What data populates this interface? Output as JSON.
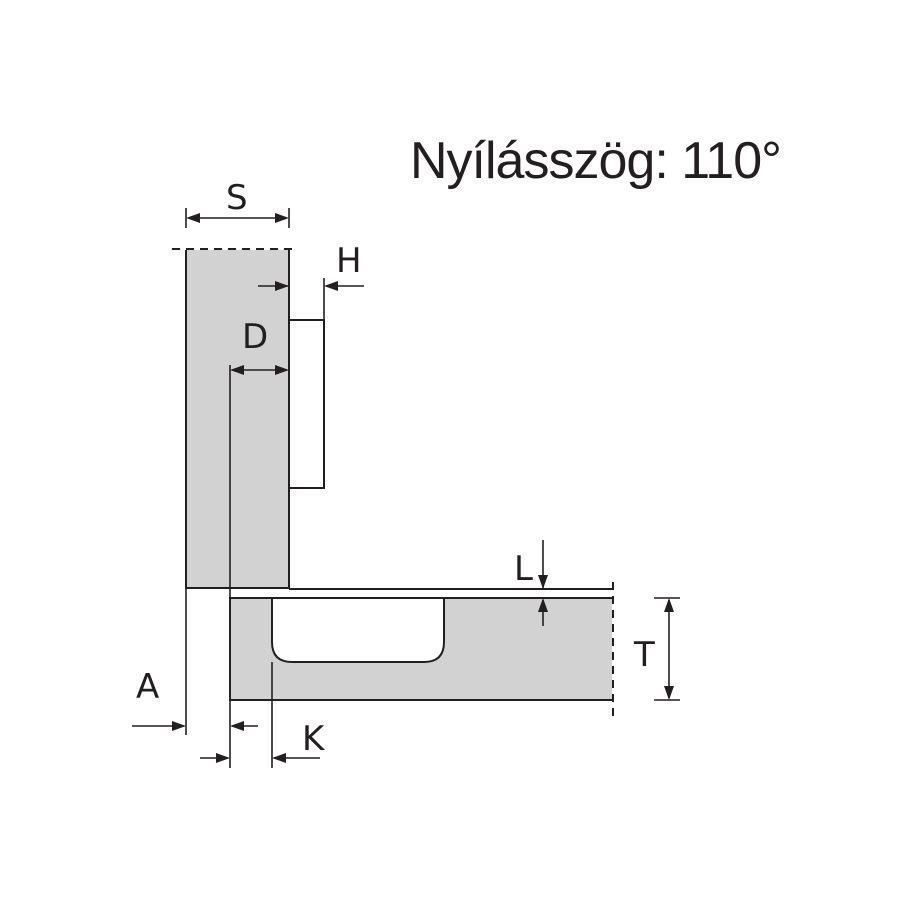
{
  "title": "Nyílásszög: 110°",
  "labels": {
    "S": "S",
    "H": "H",
    "D": "D",
    "L": "L",
    "T": "T",
    "A": "A",
    "K": "K"
  }
}
